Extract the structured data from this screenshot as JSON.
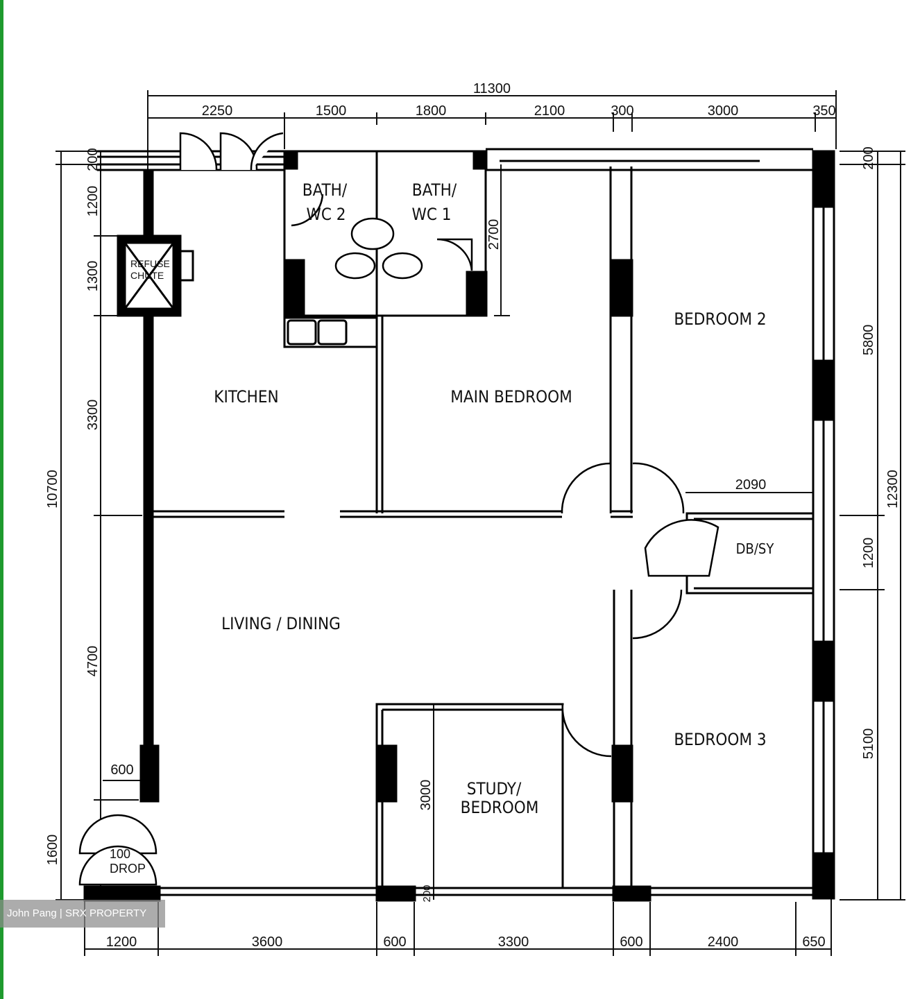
{
  "rooms": {
    "bath2": [
      "BATH/",
      "WC 2"
    ],
    "bath1": [
      "BATH/",
      "WC 1"
    ],
    "refuse": [
      "REFUSE",
      "CHUTE"
    ],
    "kitchen": "KITCHEN",
    "main_bedroom": "MAIN BEDROOM",
    "bedroom2": "BEDROOM 2",
    "dbsy": "DB/SY",
    "living": "LIVING / DINING",
    "study": [
      "STUDY/",
      "BEDROOM"
    ],
    "bedroom3": "BEDROOM 3",
    "drop": [
      "100",
      "DROP"
    ]
  },
  "dimensions": {
    "top_total": "11300",
    "top": [
      "2250",
      "1500",
      "1800",
      "2100",
      "300",
      "3000",
      "350"
    ],
    "left_total": "10700",
    "left": [
      "200",
      "1200",
      "1300",
      "3300",
      "4700",
      "1600"
    ],
    "left_inner": "600",
    "right_total": "12300",
    "right": [
      "200",
      "5800",
      "1200",
      "5100"
    ],
    "bath_height": "2700",
    "dbsy_width": "2090",
    "study_height": "3000",
    "study_wall": "200",
    "bottom": [
      "1200",
      "3600",
      "600",
      "3300",
      "600",
      "2400",
      "650"
    ]
  },
  "watermark": "John Pang | SRX PROPERTY",
  "colors": {
    "wall": "#000000",
    "line": "#111111",
    "edge": "#1e9a2e"
  }
}
